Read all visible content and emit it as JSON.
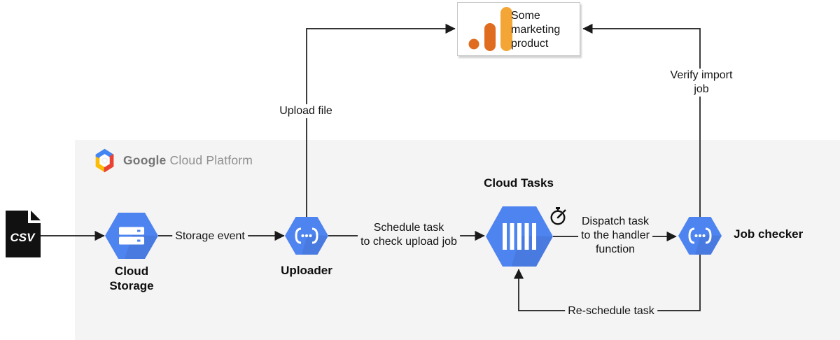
{
  "platform": {
    "brand": "Google",
    "suffix": "Cloud Platform"
  },
  "nodes": {
    "csv_file": {
      "label": "CSV"
    },
    "cloud_storage": {
      "lines": [
        "Cloud",
        "Storage"
      ]
    },
    "uploader": {
      "label": "Uploader"
    },
    "cloud_tasks": {
      "label": "Cloud Tasks"
    },
    "job_checker": {
      "label": "Job checker"
    },
    "marketing_product": {
      "lines": [
        "Some",
        "marketing",
        "product"
      ]
    }
  },
  "edges": {
    "storage_event": {
      "label": "Storage event"
    },
    "upload_file": {
      "label": "Upload file"
    },
    "schedule_task": {
      "lines": [
        "Schedule task",
        "to check upload job"
      ]
    },
    "dispatch_task": {
      "lines": [
        "Dispatch task",
        "to the handler",
        "function"
      ]
    },
    "verify_import_job": {
      "lines": [
        "Verify import",
        "job"
      ]
    },
    "reschedule_task": {
      "label": "Re-schedule task"
    }
  },
  "colors": {
    "hexagon_blue": "#4E84F0",
    "panel_gray": "#F4F4F4",
    "line_dark": "#1A1A1A",
    "analytics_orange_dark": "#E06D1F",
    "analytics_orange_light": "#F3A536",
    "google_blue": "#4285F4",
    "google_red": "#EA4335",
    "google_yellow": "#FBBC05"
  }
}
